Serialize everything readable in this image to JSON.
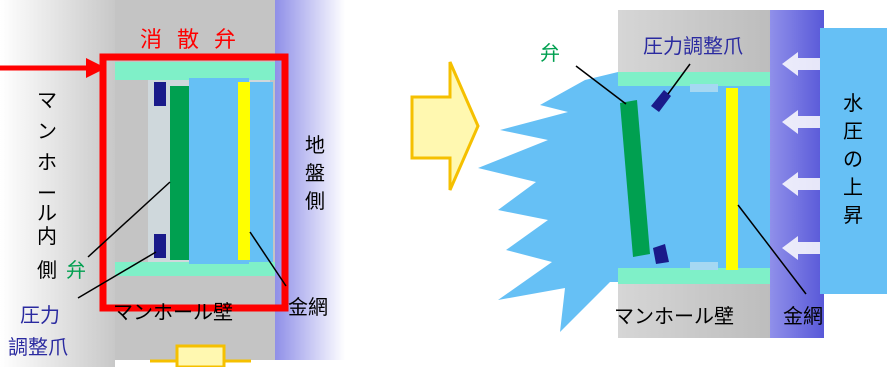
{
  "left": {
    "title": "消 散 弁",
    "manhole_inside": [
      "マ",
      "ン",
      "ホ",
      "ー",
      "ル",
      "内",
      "側"
    ],
    "valve": "弁",
    "pressure_claw": [
      "圧力",
      "調整爪"
    ],
    "wall": "マンホール壁",
    "mesh": "金網",
    "ground_side": [
      "地",
      "盤",
      "側"
    ]
  },
  "right": {
    "valve": "弁",
    "pressure_claw": "圧力調整爪",
    "wall": "マンホール壁",
    "mesh": "金網",
    "water_rise": [
      "水",
      "圧",
      "の",
      "上",
      "昇"
    ]
  },
  "colors": {
    "red": "#ff0000",
    "green": "#00a050",
    "navy": "#1a1a8a",
    "water": "#66c0f5",
    "teal": "#7ff0c8",
    "yellow": "#ffff00",
    "arrow_fill": "#fff8b0",
    "arrow_stroke": "#f5c000",
    "purple": "#6a6ae0"
  }
}
